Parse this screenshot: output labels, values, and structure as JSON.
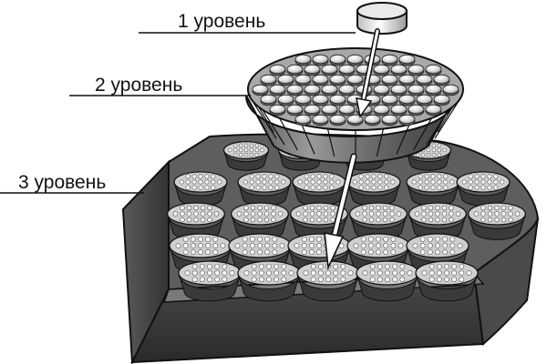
{
  "labels": {
    "level1": "1 уровень",
    "level2": "2 уровень",
    "level3": "3 уровень"
  },
  "icons": {
    "top_module": "cylinder-cell-icon",
    "arrow": "down-arrow-icon"
  },
  "colors": {
    "outline": "#111111",
    "base_dark": "#3c3c3c",
    "base_top": "#6b6b6b",
    "module_light": "#e6e6e6",
    "arrow_fill": "#ffffff"
  }
}
